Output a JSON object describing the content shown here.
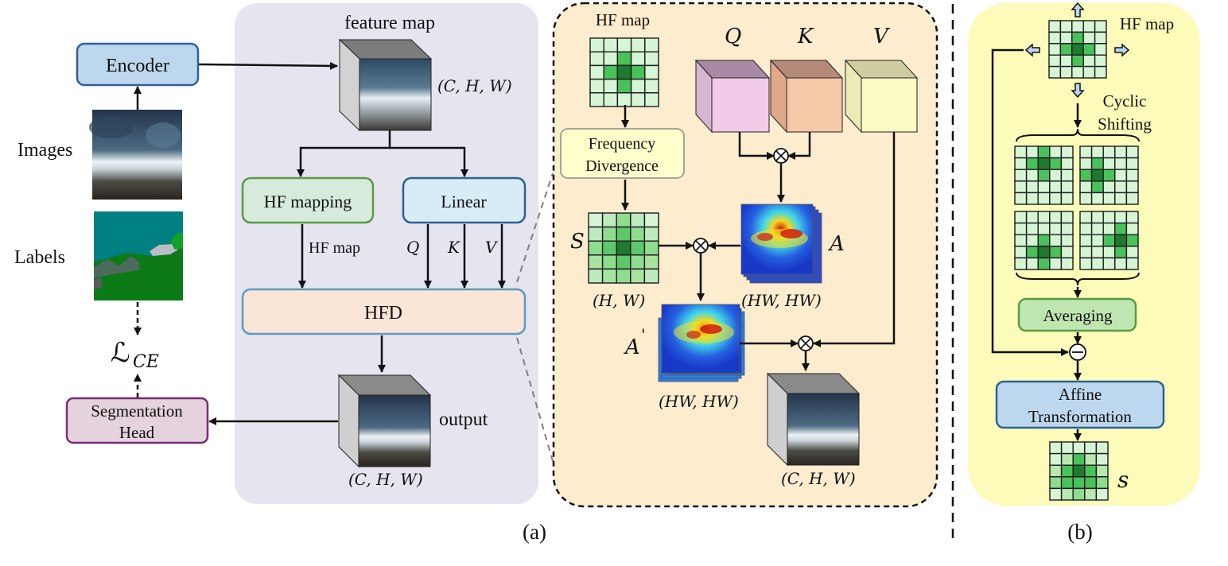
{
  "encoder": {
    "label": "Encoder"
  },
  "images": {
    "label": "Images"
  },
  "labels": {
    "label": "Labels"
  },
  "loss": {
    "main": "ℒ",
    "sub": "CE"
  },
  "seg_head": {
    "line1": "Segmentation",
    "line2": "Head"
  },
  "panel_a": {
    "feature_map_label": "feature map",
    "feature_dims": "(C, H, W)",
    "hf_mapping_label": "HF mapping",
    "linear_label": "Linear",
    "hf_map_arrow_label": "HF map",
    "q_label": "Q",
    "k_label": "K",
    "v_label": "V",
    "hfd_label": "HFD",
    "output_label": "output",
    "output_dims": "(C, H, W)"
  },
  "hfd_detail": {
    "hf_map_label": "HF map",
    "freq_div_line1": "Frequency",
    "freq_div_line2": "Divergence",
    "q_label": "Q",
    "k_label": "K",
    "v_label": "V",
    "s_label": "S",
    "s_dims": "(H, W)",
    "a_label": "A",
    "a_dims": "(HW, HW)",
    "a_prime_label": "A",
    "a_prime_mark": "'",
    "a_prime_dims": "(HW, HW)",
    "out_dims": "(C, H, W)"
  },
  "panel_b": {
    "hf_map_label": "HF map",
    "cyclic_line1": "Cyclic",
    "cyclic_line2": "Shifting",
    "averaging_label": "Averaging",
    "affine_line1": "Affine",
    "affine_line2": "Transformation",
    "s_label": "s"
  },
  "caption_a": "(a)",
  "caption_b": "(b)",
  "colors": {
    "panel_a_bg": "#e6e4ef",
    "hfd_bg": "#fdeccd",
    "panel_b_bg": "#fdfbb9",
    "encoder_fill": "#bdd7ee",
    "encoder_stroke": "#2e6196",
    "hf_mapping_fill": "#d6ebdc",
    "hf_mapping_stroke": "#5a9a45",
    "linear_fill": "#d7ecf6",
    "linear_stroke": "#2e6196",
    "hfd_fill": "#fbe5d6",
    "seg_head_fill": "#e4d2dc",
    "seg_head_stroke": "#7a2b7a",
    "averaging_fill": "#bfe6b0",
    "affine_fill": "#bdd7ee",
    "q_cube": "#f2cbe8",
    "k_cube": "#f5c8a8",
    "v_cube": "#fbfac4"
  },
  "icons": {
    "multiply": "circle-times-icon",
    "subtract": "circle-minus-icon",
    "shift_arrows": "outlined-arrow-icon"
  }
}
